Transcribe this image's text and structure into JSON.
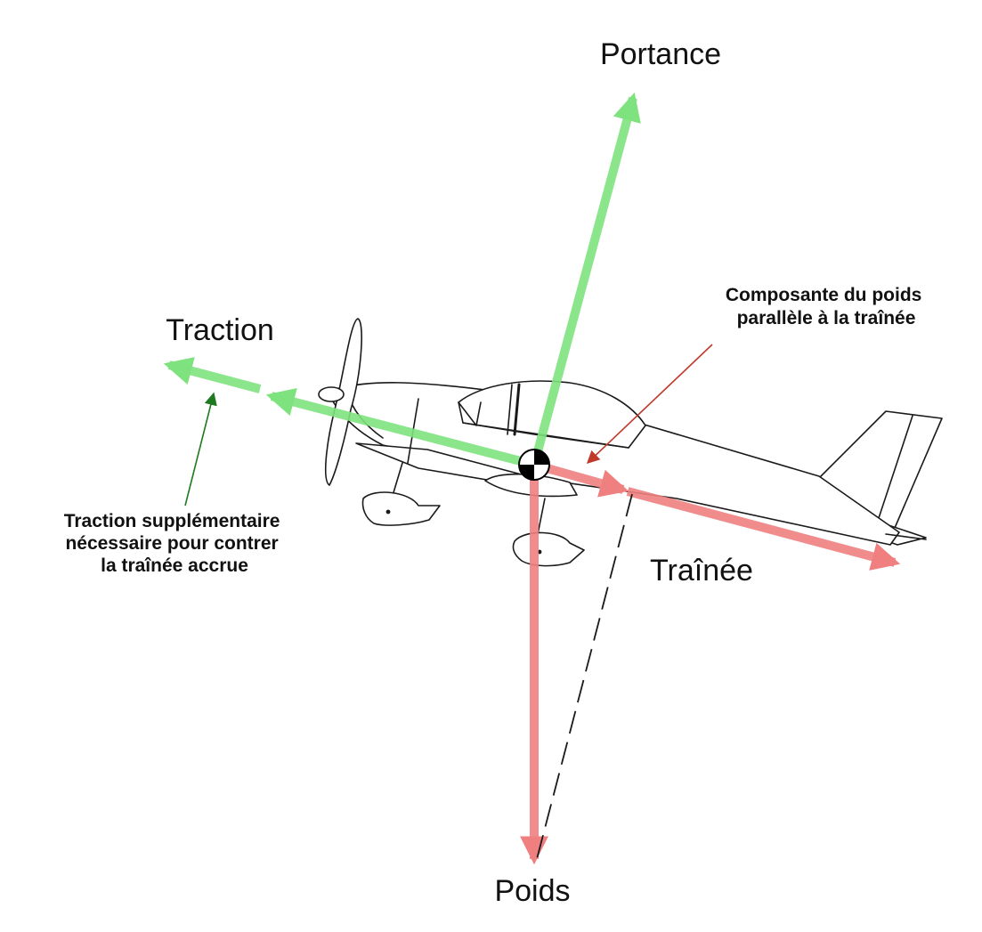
{
  "labels": {
    "lift": "Portance",
    "thrust": "Traction",
    "drag": "Traînée",
    "weight": "Poids",
    "weight_component": [
      "Composante du poids",
      "parallèle à la traînée"
    ],
    "extra_thrust": [
      "Traction supplémentaire",
      "nécessaire pour contrer",
      "la traînée accrue"
    ]
  },
  "colors": {
    "lift_thrust_arrow": "#7ee27e",
    "drag_weight_arrow": "#f08080",
    "weight_component_pointer": "#c0392b",
    "extra_thrust_pointer": "#1f7a1f",
    "outline": "#1a1a1a"
  },
  "symbols": {
    "center_of_gravity": "center-of-gravity-icon"
  }
}
